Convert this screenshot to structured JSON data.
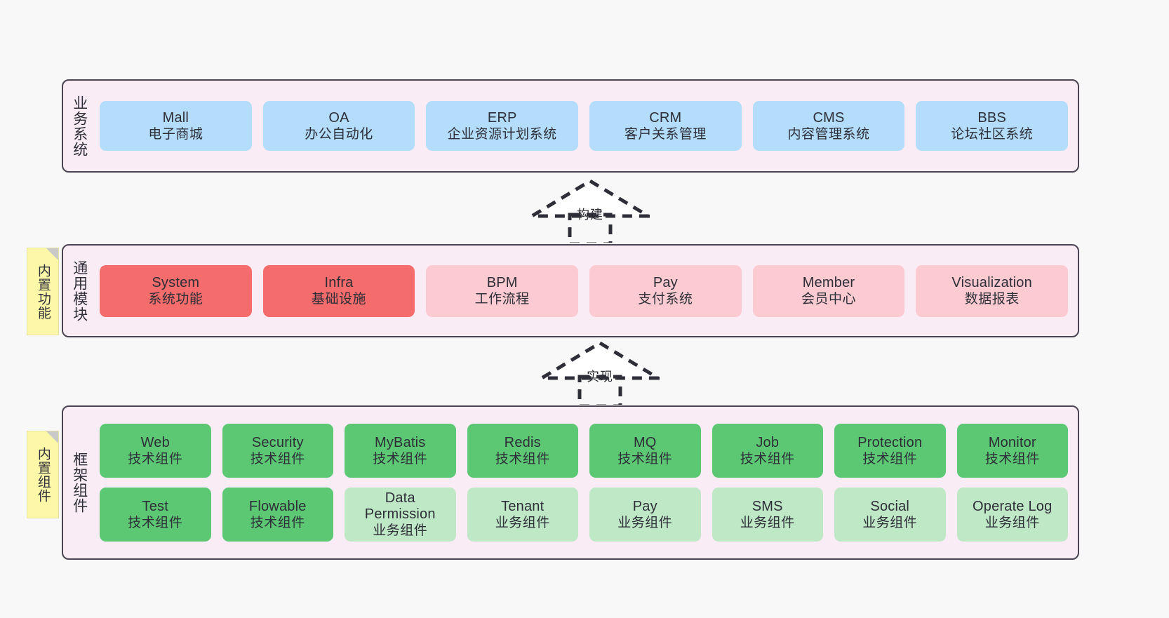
{
  "diagram": {
    "background_color": "#f8f8f8",
    "panel_background_color": "#f9ecf5",
    "panel_border_color": "#4b4453",
    "note_color": "#fcf8a8"
  },
  "notes": [
    {
      "label": "内置功能",
      "name": "note-built-in-functions"
    },
    {
      "label": "内置组件",
      "name": "note-built-in-components"
    }
  ],
  "connectors": [
    {
      "label": "构建",
      "style": "dashed-generalization-up",
      "name": "connector-build"
    },
    {
      "label": "实现",
      "style": "dashed-generalization-up",
      "name": "connector-realize"
    }
  ],
  "layers": [
    {
      "id": "business",
      "title": "业务系统",
      "color": "#b3ddfa",
      "rows": [
        [
          {
            "en": "Mall",
            "cn": "电子商城"
          },
          {
            "en": "OA",
            "cn": "办公自动化"
          },
          {
            "en": "ERP",
            "cn": "企业资源计划系统"
          },
          {
            "en": "CRM",
            "cn": "客户关系管理"
          },
          {
            "en": "CMS",
            "cn": "内容管理系统"
          },
          {
            "en": "BBS",
            "cn": "论坛社区系统"
          }
        ]
      ]
    },
    {
      "id": "common",
      "title": "通用模块",
      "colors": {
        "primary": "#f56c6c",
        "secondary": "#fbcbd1"
      },
      "rows": [
        [
          {
            "en": "System",
            "cn": "系统功能",
            "variant": "c-red"
          },
          {
            "en": "Infra",
            "cn": "基础设施",
            "variant": "c-red"
          },
          {
            "en": "BPM",
            "cn": "工作流程",
            "variant": "c-pink"
          },
          {
            "en": "Pay",
            "cn": "支付系统",
            "variant": "c-pink"
          },
          {
            "en": "Member",
            "cn": "会员中心",
            "variant": "c-pink"
          },
          {
            "en": "Visualization",
            "cn": "数据报表",
            "variant": "c-pink"
          }
        ]
      ]
    },
    {
      "id": "framework",
      "title": "框架组件",
      "colors": {
        "tech": "#5cc874",
        "business": "#bfe8c6"
      },
      "rows": [
        [
          {
            "en": "Web",
            "cn": "技术组件",
            "variant": "c-green"
          },
          {
            "en": "Security",
            "cn": "技术组件",
            "variant": "c-green"
          },
          {
            "en": "MyBatis",
            "cn": "技术组件",
            "variant": "c-green"
          },
          {
            "en": "Redis",
            "cn": "技术组件",
            "variant": "c-green"
          },
          {
            "en": "MQ",
            "cn": "技术组件",
            "variant": "c-green"
          },
          {
            "en": "Job",
            "cn": "技术组件",
            "variant": "c-green"
          },
          {
            "en": "Protection",
            "cn": "技术组件",
            "variant": "c-green"
          },
          {
            "en": "Monitor",
            "cn": "技术组件",
            "variant": "c-green"
          }
        ],
        [
          {
            "en": "Test",
            "cn": "技术组件",
            "variant": "c-green"
          },
          {
            "en": "Flowable",
            "cn": "技术组件",
            "variant": "c-green"
          },
          {
            "en": "Data Permission",
            "cn": "业务组件",
            "variant": "c-greenlight",
            "wrap": true
          },
          {
            "en": "Tenant",
            "cn": "业务组件",
            "variant": "c-greenlight"
          },
          {
            "en": "Pay",
            "cn": "业务组件",
            "variant": "c-greenlight"
          },
          {
            "en": "SMS",
            "cn": "业务组件",
            "variant": "c-greenlight"
          },
          {
            "en": "Social",
            "cn": "业务组件",
            "variant": "c-greenlight"
          },
          {
            "en": "Operate Log",
            "cn": "业务组件",
            "variant": "c-greenlight"
          }
        ]
      ]
    }
  ]
}
